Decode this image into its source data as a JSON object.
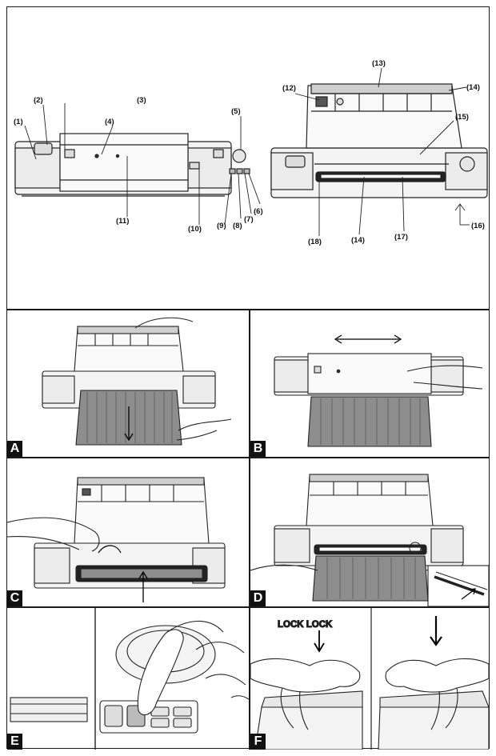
{
  "overview": {
    "callouts": [
      "(1)",
      "(2)",
      "(3)",
      "(4)",
      "(5)",
      "(6)",
      "(7)",
      "(8)",
      "(9)",
      "(10)",
      "(11)",
      "(12)",
      "(13)",
      "(14)",
      "(14)",
      "(15)",
      "(16)",
      "(17)",
      "(18)"
    ]
  },
  "steps": [
    {
      "label": "A"
    },
    {
      "label": "B"
    },
    {
      "label": "C"
    },
    {
      "label": "D"
    },
    {
      "label": "E",
      "buttons": [
        "",
        "",
        "",
        "",
        "",
        ""
      ]
    },
    {
      "label": "F",
      "lock_text": "LOCK LOCK"
    }
  ]
}
